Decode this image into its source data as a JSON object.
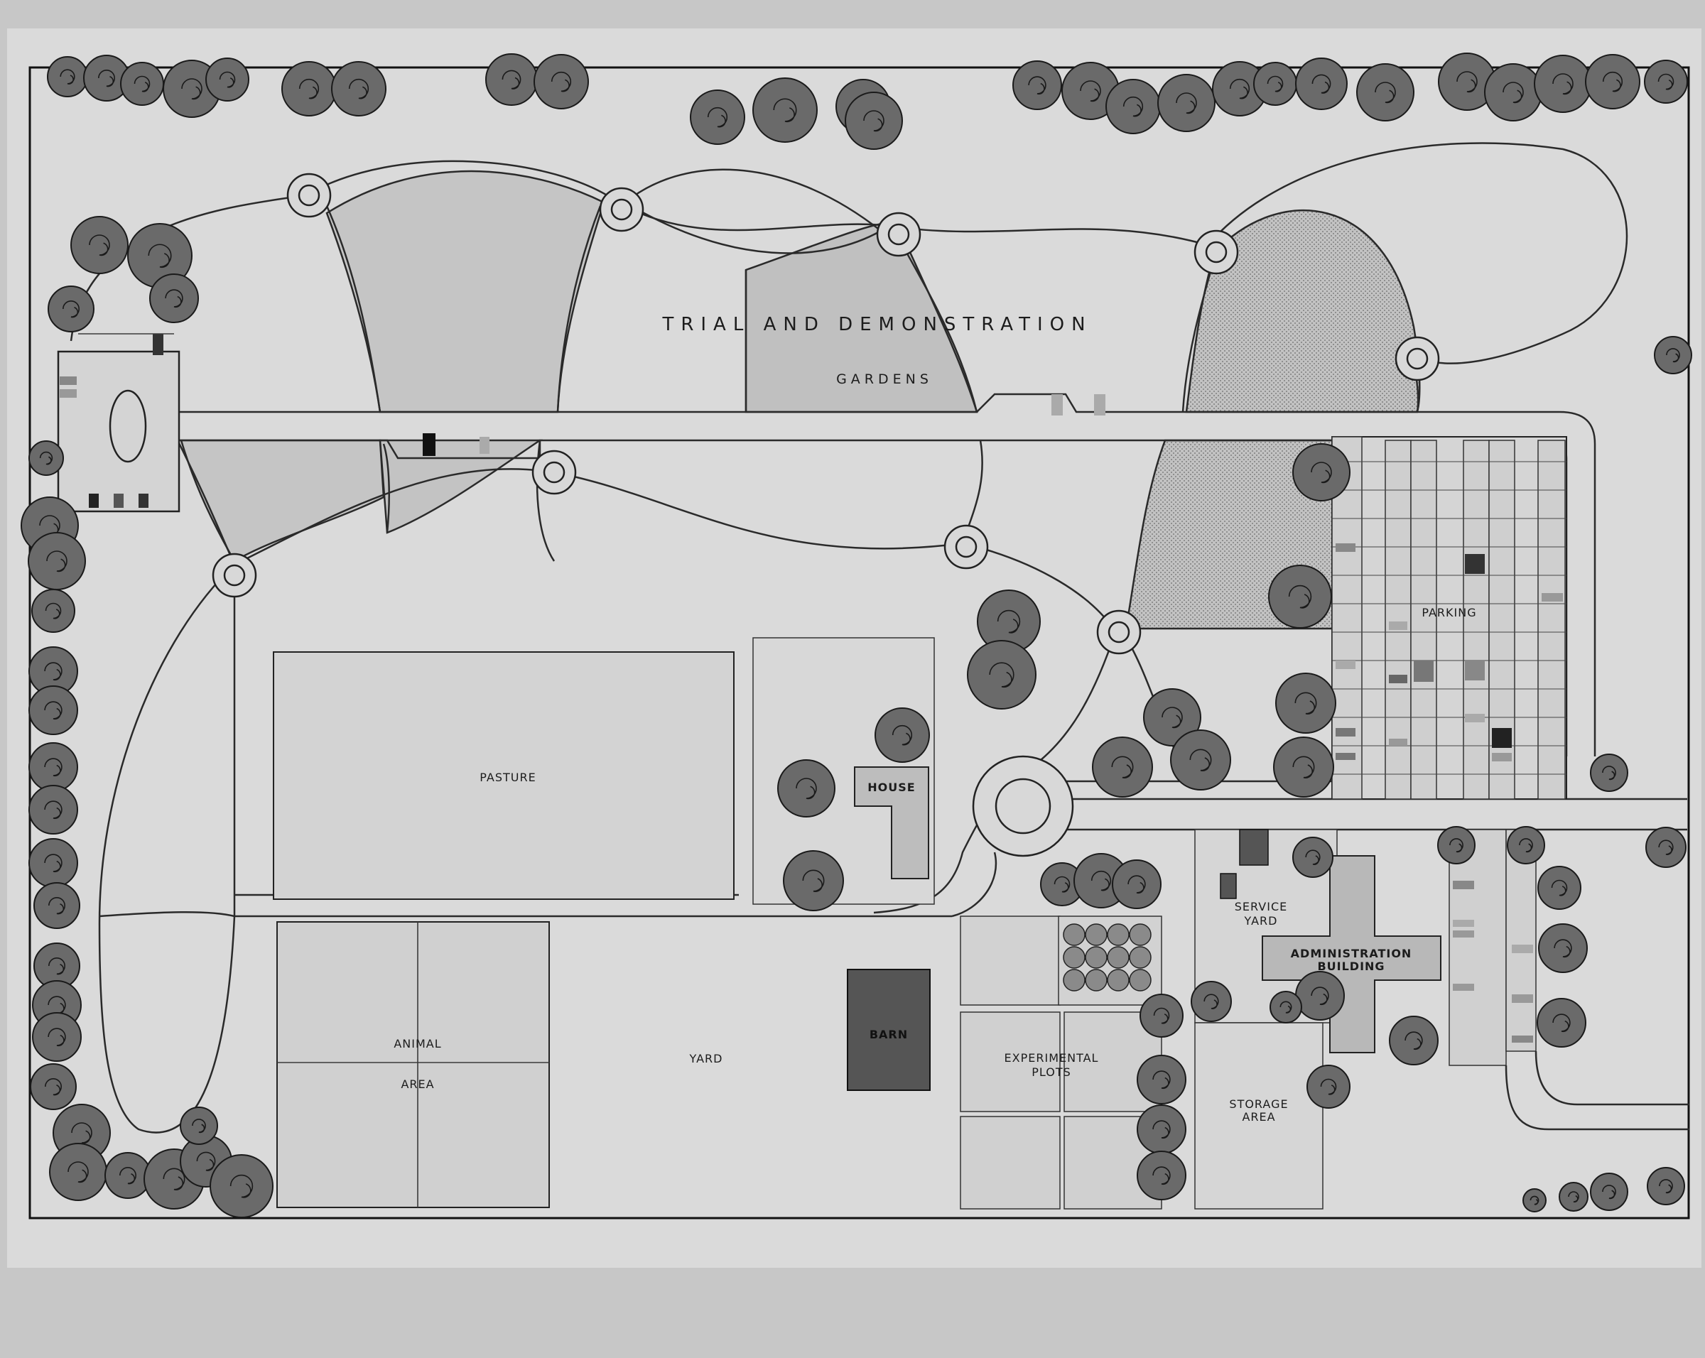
{
  "plan": {
    "garden_title_line1": "TRIAL AND DEMONSTRATION",
    "garden_title_line2": "GARDENS",
    "pasture": "PASTURE",
    "house": "HOUSE",
    "parking": "PARKING",
    "service_yard_line1": "SERVICE",
    "service_yard_line2": "YARD",
    "admin_line1": "ADMINISTRATION",
    "admin_line2": "BUILDING",
    "animal_line1": "ANIMAL",
    "animal_line2": "AREA",
    "yard": "YARD",
    "barn": "BARN",
    "plots_line1": "EXPERIMENTAL",
    "plots_line2": "PLOTS",
    "storage_line1": "STORAGE",
    "storage_line2": "AREA"
  },
  "colors": {
    "paper": "#dcdcdc",
    "bed": "#c4c4c4",
    "bed_dark": "#b4b4b4",
    "tree": "#6a6a6a",
    "barn": "#555555"
  }
}
